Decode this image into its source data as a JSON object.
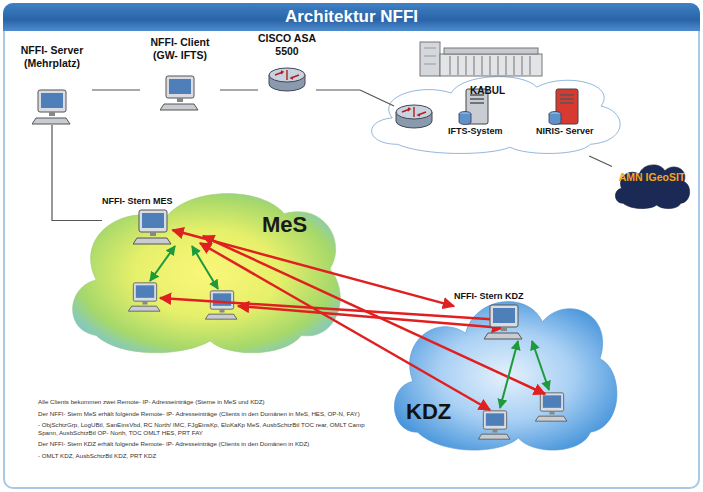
{
  "diagram": {
    "title": "Architektur NFFI",
    "nodes": [
      {
        "text": [
          "NFFI- Server (Mehrplatz)"
        ]
      },
      {
        "text": [
          "NFFI- Client (GW- IFTS)"
        ]
      },
      {
        "text": [
          "CISCO ASA 5500"
        ]
      },
      {
        "text": [
          "KABUL"
        ]
      },
      {
        "text": [
          "IFTS-System"
        ],
        "in": 3
      },
      {
        "text": [
          "NIRIS- Server"
        ],
        "in": 3
      },
      {
        "text": [
          "AMN IGeoSIT"
        ]
      },
      {
        "text": [
          "MeS"
        ]
      },
      {
        "text": [
          "NFFI- Stern MES"
        ],
        "in": 7
      },
      {
        "text": [
          "KDZ"
        ]
      },
      {
        "text": [
          "NFFI- Stern KDZ"
        ],
        "in": 9
      }
    ],
    "edges": [
      {
        "from": 0,
        "to": 1,
        "arrow": "none"
      },
      {
        "from": 1,
        "to": 2,
        "arrow": "none"
      },
      {
        "from": 2,
        "to": 3,
        "arrow": "none"
      },
      {
        "from": 3,
        "to": 6,
        "arrow": "none"
      },
      {
        "from": 0,
        "to": 8,
        "arrow": "none"
      },
      {
        "from": 8,
        "to": 10,
        "arrow": "both"
      }
    ],
    "labels": [
      "Alle Clients bekommen zwei Remote- IP- Adresseinträge (Sterne in MeS und KDZ)",
      "Der NFFI- Stern MeS erhält folgende Remote- IP- Adresseinträge (Clients in den Domänen in MeS, HES, OP-N, FAY)",
      "- ObjSchtzGrp, LogUBtl, SanEinsVbd, RC North/ IMC, FJgEinsKp, EloKaKp MeS, AusbSchtzBtl TOC rear, OMLT Camp Spann, AusbSchtzBtl OP- North, TOC OMLT HES, PRT FAY",
      "Der NFFI- Stern KDZ erhält folgende Remote- IP- Adresseinträge (Clients in den Domänen in KDZ)",
      "- OMLT KDZ, AusbSchtzBtl KDZ, PRT KDZ"
    ]
  }
}
